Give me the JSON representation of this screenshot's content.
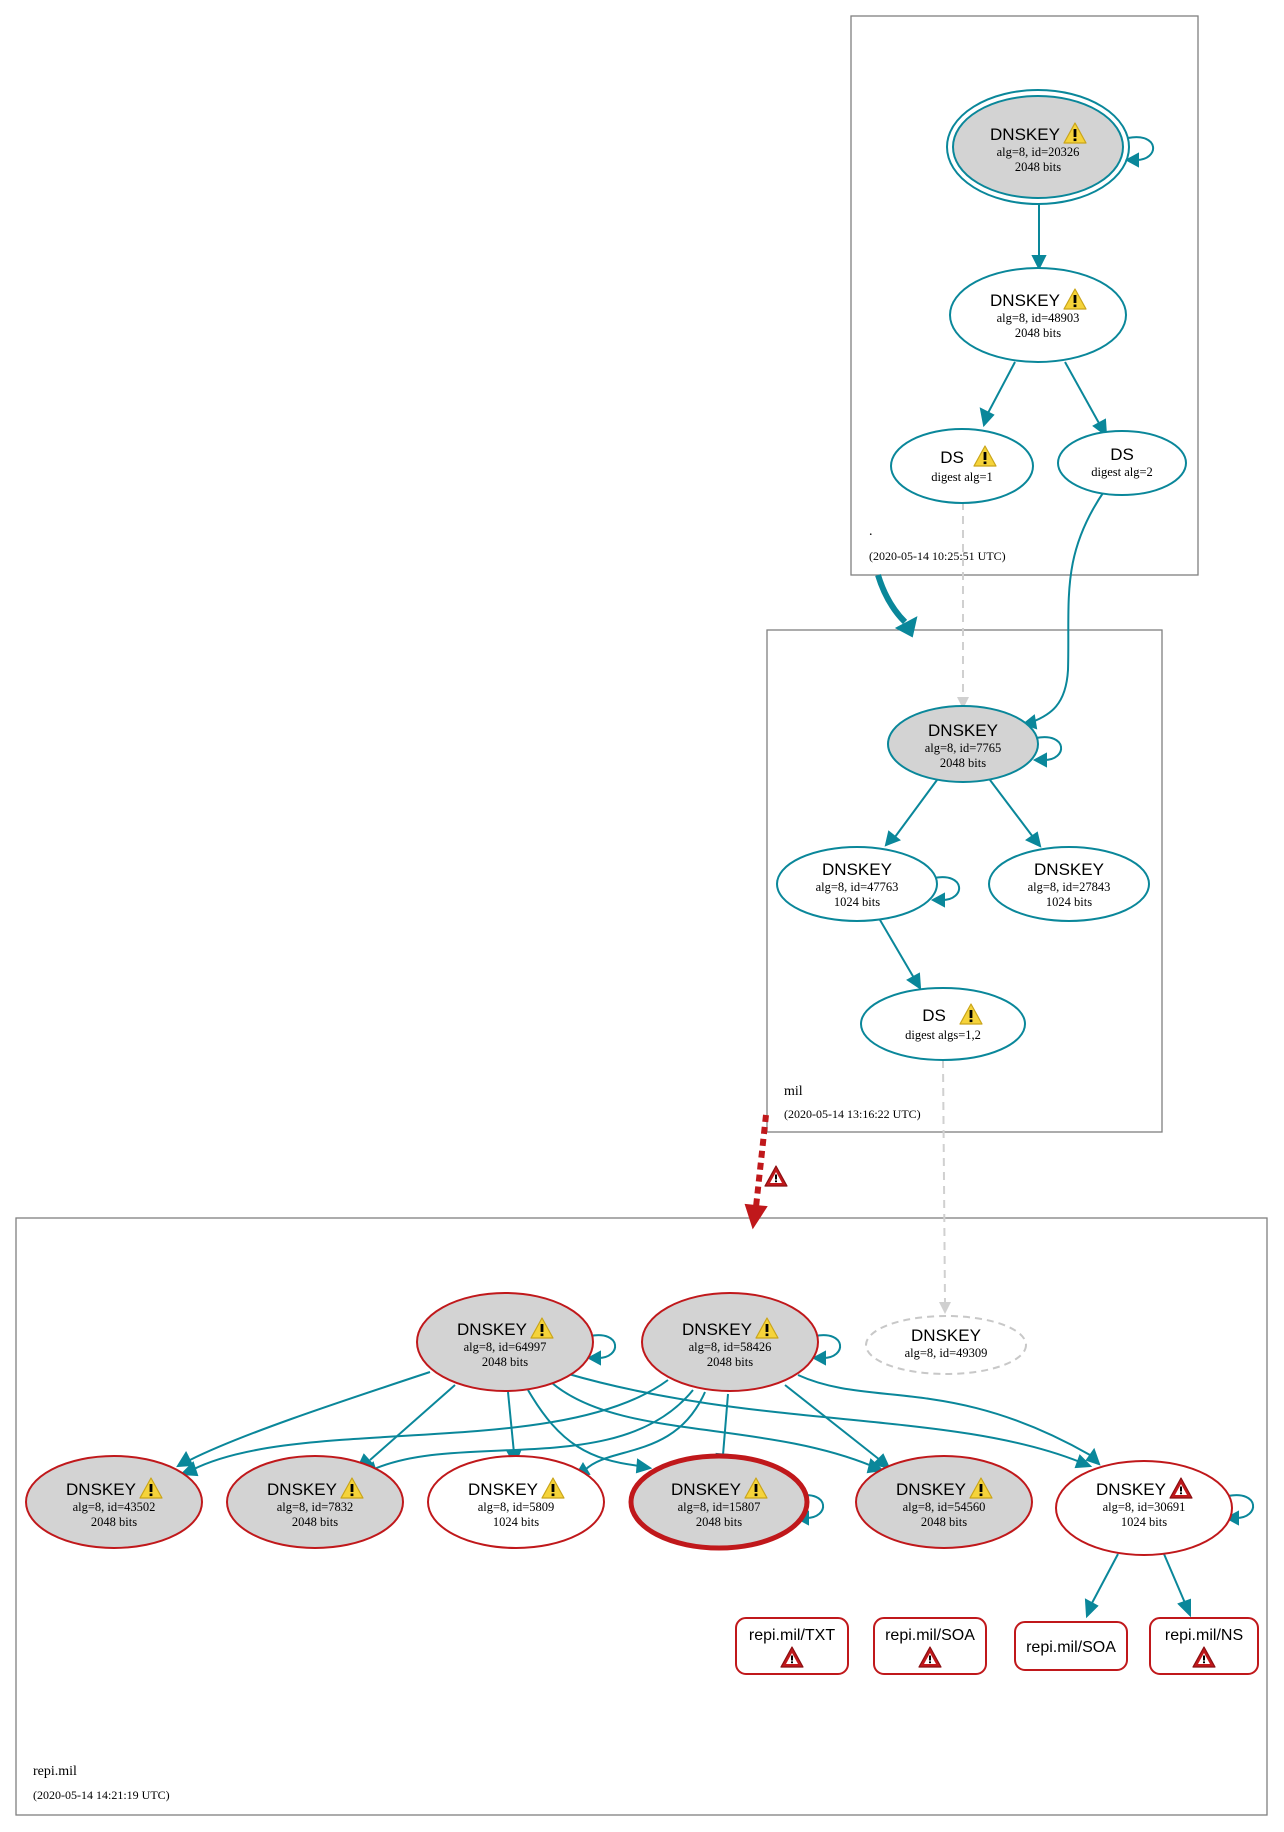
{
  "zones": {
    "root": {
      "name": ".",
      "date": "(2020-05-14 10:25:51 UTC)"
    },
    "mil": {
      "name": "mil",
      "date": "(2020-05-14 13:16:22 UTC)"
    },
    "repi": {
      "name": "repi.mil",
      "date": "(2020-05-14 14:21:19 UTC)"
    }
  },
  "nodes": {
    "root_ksk": {
      "title": "DNSKEY",
      "l1": "alg=8, id=20326",
      "l2": "2048 bits"
    },
    "root_zsk": {
      "title": "DNSKEY",
      "l1": "alg=8, id=48903",
      "l2": "2048 bits"
    },
    "root_ds1": {
      "title": "DS",
      "l1": "digest alg=1"
    },
    "root_ds2": {
      "title": "DS",
      "l1": "digest alg=2"
    },
    "mil_ksk": {
      "title": "DNSKEY",
      "l1": "alg=8, id=7765",
      "l2": "2048 bits"
    },
    "mil_47763": {
      "title": "DNSKEY",
      "l1": "alg=8, id=47763",
      "l2": "1024 bits"
    },
    "mil_27843": {
      "title": "DNSKEY",
      "l1": "alg=8, id=27843",
      "l2": "1024 bits"
    },
    "mil_ds": {
      "title": "DS",
      "l1": "digest algs=1,2"
    },
    "repi_64997": {
      "title": "DNSKEY",
      "l1": "alg=8, id=64997",
      "l2": "2048 bits"
    },
    "repi_58426": {
      "title": "DNSKEY",
      "l1": "alg=8, id=58426",
      "l2": "2048 bits"
    },
    "repi_49309": {
      "title": "DNSKEY",
      "l1": "alg=8, id=49309"
    },
    "repi_43502": {
      "title": "DNSKEY",
      "l1": "alg=8, id=43502",
      "l2": "2048 bits"
    },
    "repi_7832": {
      "title": "DNSKEY",
      "l1": "alg=8, id=7832",
      "l2": "2048 bits"
    },
    "repi_5809": {
      "title": "DNSKEY",
      "l1": "alg=8, id=5809",
      "l2": "1024 bits"
    },
    "repi_15807": {
      "title": "DNSKEY",
      "l1": "alg=8, id=15807",
      "l2": "2048 bits"
    },
    "repi_54560": {
      "title": "DNSKEY",
      "l1": "alg=8, id=54560",
      "l2": "2048 bits"
    },
    "repi_30691": {
      "title": "DNSKEY",
      "l1": "alg=8, id=30691",
      "l2": "1024 bits"
    },
    "rr_txt": {
      "label": "repi.mil/TXT"
    },
    "rr_soa1": {
      "label": "repi.mil/SOA"
    },
    "rr_soa2": {
      "label": "repi.mil/SOA"
    },
    "rr_ns": {
      "label": "repi.mil/NS"
    }
  },
  "colors": {
    "teal": "#0a879a",
    "red": "#c0181b",
    "grey_fill": "#d3d3d3",
    "warning_yellow": "#f5d33a",
    "warning_red": "#c0181b"
  },
  "icons": {
    "warning": "warning-triangle-icon",
    "error": "error-triangle-icon"
  }
}
